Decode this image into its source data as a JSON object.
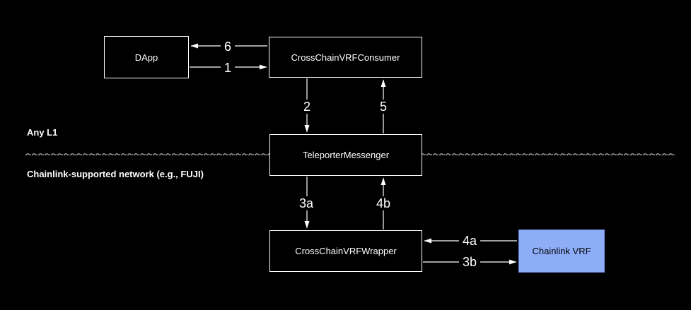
{
  "diagram": {
    "regions": {
      "top_label": "Any L1",
      "bottom_label": "Chainlink-supported network (e.g., FUJI)"
    },
    "nodes": {
      "dapp": {
        "label": "DApp"
      },
      "consumer": {
        "label": "CrossChainVRFConsumer"
      },
      "teleporter": {
        "label": "TeleporterMessenger"
      },
      "wrapper": {
        "label": "CrossChainVRFWrapper"
      },
      "chainlink_vrf": {
        "label": "Chainlink VRF"
      }
    },
    "arrows": {
      "step1": "1",
      "step2": "2",
      "step3a": "3a",
      "step3b": "3b",
      "step4a": "4a",
      "step4b": "4b",
      "step5": "5",
      "step6": "6"
    },
    "colors": {
      "background": "#000000",
      "node_border": "#ffffff",
      "node_text": "#ffffff",
      "arrow": "#ffffff",
      "divider": "#b0b0b0",
      "chainlink_fill": "#8dadf8",
      "chainlink_border": "#6e87d8",
      "chainlink_text": "#000000"
    }
  }
}
